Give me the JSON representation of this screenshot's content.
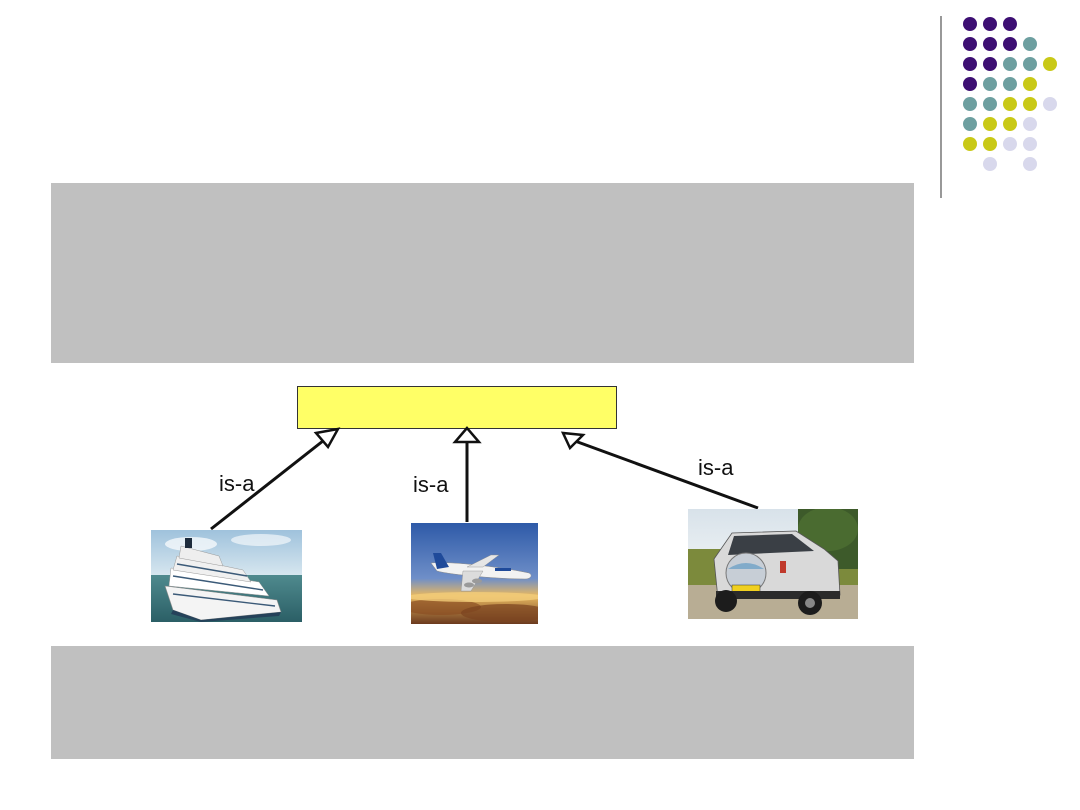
{
  "diagram": {
    "relation_labels": [
      "is-a",
      "is-a",
      "is-a"
    ],
    "colors": {
      "gray_box": "#c0c0c0",
      "parent_box": "#ffff66",
      "dot_purple": "#3d0f73",
      "dot_teal": "#6d9fa0",
      "dot_yellow": "#c9c917",
      "dot_lavender": "#d8d8ec"
    },
    "images": {
      "ship": "cruise-ship-photo",
      "plane": "airplane-photo",
      "car": "suv-car-photo"
    }
  }
}
